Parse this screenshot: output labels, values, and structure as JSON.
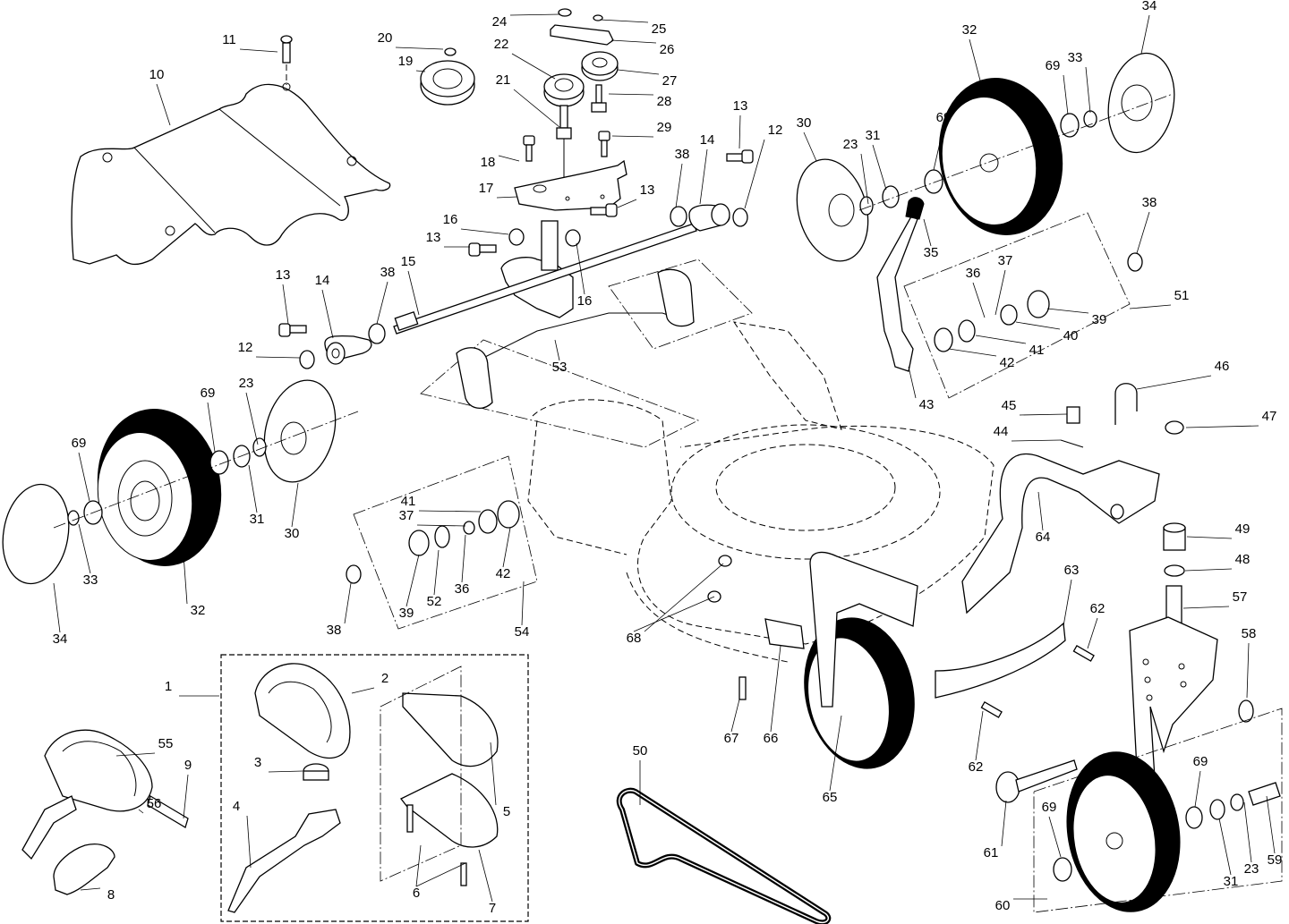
{
  "diagram": {
    "title": "Exploded parts diagram — drive, wheels and height adjusters",
    "callouts": [
      {
        "id": "c1",
        "label": "1"
      },
      {
        "id": "c2",
        "label": "2"
      },
      {
        "id": "c3",
        "label": "3"
      },
      {
        "id": "c4",
        "label": "4"
      },
      {
        "id": "c5",
        "label": "5"
      },
      {
        "id": "c6",
        "label": "6"
      },
      {
        "id": "c7",
        "label": "7"
      },
      {
        "id": "c8",
        "label": "8"
      },
      {
        "id": "c9",
        "label": "9"
      },
      {
        "id": "c10",
        "label": "10"
      },
      {
        "id": "c11",
        "label": "11"
      },
      {
        "id": "c12a",
        "label": "12"
      },
      {
        "id": "c12b",
        "label": "12"
      },
      {
        "id": "c13a",
        "label": "13"
      },
      {
        "id": "c13b",
        "label": "13"
      },
      {
        "id": "c13c",
        "label": "13"
      },
      {
        "id": "c13d",
        "label": "13"
      },
      {
        "id": "c14a",
        "label": "14"
      },
      {
        "id": "c14b",
        "label": "14"
      },
      {
        "id": "c15",
        "label": "15"
      },
      {
        "id": "c16a",
        "label": "16"
      },
      {
        "id": "c16b",
        "label": "16"
      },
      {
        "id": "c17",
        "label": "17"
      },
      {
        "id": "c18",
        "label": "18"
      },
      {
        "id": "c19",
        "label": "19"
      },
      {
        "id": "c20",
        "label": "20"
      },
      {
        "id": "c21",
        "label": "21"
      },
      {
        "id": "c22",
        "label": "22"
      },
      {
        "id": "c23a",
        "label": "23"
      },
      {
        "id": "c23b",
        "label": "23"
      },
      {
        "id": "c23c",
        "label": "23"
      },
      {
        "id": "c24",
        "label": "24"
      },
      {
        "id": "c25",
        "label": "25"
      },
      {
        "id": "c26",
        "label": "26"
      },
      {
        "id": "c27",
        "label": "27"
      },
      {
        "id": "c28",
        "label": "28"
      },
      {
        "id": "c29",
        "label": "29"
      },
      {
        "id": "c30a",
        "label": "30"
      },
      {
        "id": "c30b",
        "label": "30"
      },
      {
        "id": "c31a",
        "label": "31"
      },
      {
        "id": "c31b",
        "label": "31"
      },
      {
        "id": "c31c",
        "label": "31"
      },
      {
        "id": "c32a",
        "label": "32"
      },
      {
        "id": "c32b",
        "label": "32"
      },
      {
        "id": "c33a",
        "label": "33"
      },
      {
        "id": "c33b",
        "label": "33"
      },
      {
        "id": "c34a",
        "label": "34"
      },
      {
        "id": "c34b",
        "label": "34"
      },
      {
        "id": "c35",
        "label": "35"
      },
      {
        "id": "c36a",
        "label": "36"
      },
      {
        "id": "c36b",
        "label": "36"
      },
      {
        "id": "c37a",
        "label": "37"
      },
      {
        "id": "c37b",
        "label": "37"
      },
      {
        "id": "c38a",
        "label": "38"
      },
      {
        "id": "c38b",
        "label": "38"
      },
      {
        "id": "c38c",
        "label": "38"
      },
      {
        "id": "c38d",
        "label": "38"
      },
      {
        "id": "c39a",
        "label": "39"
      },
      {
        "id": "c39b",
        "label": "39"
      },
      {
        "id": "c40",
        "label": "40"
      },
      {
        "id": "c41a",
        "label": "41"
      },
      {
        "id": "c41b",
        "label": "41"
      },
      {
        "id": "c42a",
        "label": "42"
      },
      {
        "id": "c42b",
        "label": "42"
      },
      {
        "id": "c43",
        "label": "43"
      },
      {
        "id": "c44",
        "label": "44"
      },
      {
        "id": "c45",
        "label": "45"
      },
      {
        "id": "c46",
        "label": "46"
      },
      {
        "id": "c47",
        "label": "47"
      },
      {
        "id": "c48",
        "label": "48"
      },
      {
        "id": "c49",
        "label": "49"
      },
      {
        "id": "c50",
        "label": "50"
      },
      {
        "id": "c51",
        "label": "51"
      },
      {
        "id": "c52",
        "label": "52"
      },
      {
        "id": "c53",
        "label": "53"
      },
      {
        "id": "c54",
        "label": "54"
      },
      {
        "id": "c55",
        "label": "55"
      },
      {
        "id": "c56",
        "label": "56"
      },
      {
        "id": "c57",
        "label": "57"
      },
      {
        "id": "c58",
        "label": "58"
      },
      {
        "id": "c59",
        "label": "59"
      },
      {
        "id": "c60",
        "label": "60"
      },
      {
        "id": "c61",
        "label": "61"
      },
      {
        "id": "c62a",
        "label": "62"
      },
      {
        "id": "c62b",
        "label": "62"
      },
      {
        "id": "c63",
        "label": "63"
      },
      {
        "id": "c64",
        "label": "64"
      },
      {
        "id": "c65",
        "label": "65"
      },
      {
        "id": "c66",
        "label": "66"
      },
      {
        "id": "c67",
        "label": "67"
      },
      {
        "id": "c68",
        "label": "68"
      },
      {
        "id": "c69a",
        "label": "69"
      },
      {
        "id": "c69b",
        "label": "69"
      },
      {
        "id": "c69c",
        "label": "69"
      },
      {
        "id": "c69d",
        "label": "69"
      },
      {
        "id": "c69e",
        "label": "69"
      },
      {
        "id": "c69f",
        "label": "69"
      }
    ]
  }
}
